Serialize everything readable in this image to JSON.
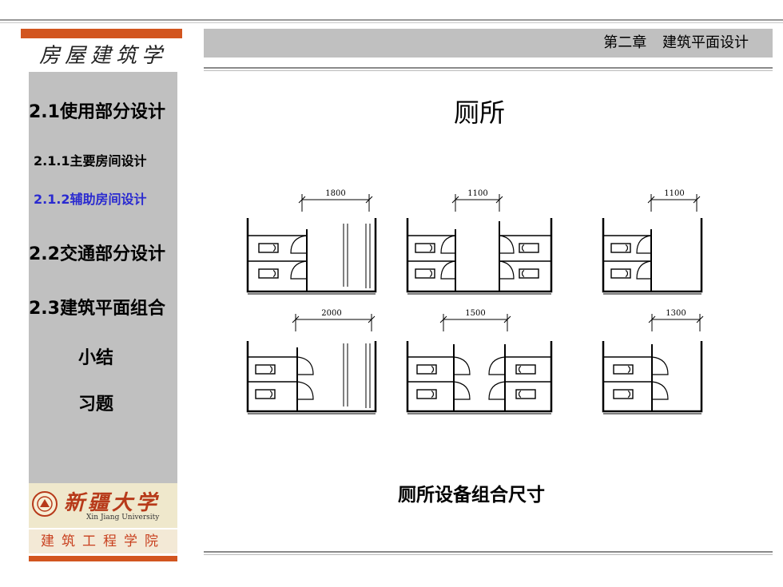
{
  "header": {
    "chapter": "第二章 建筑平面设计"
  },
  "course_title": "房屋建筑学",
  "nav": [
    {
      "label": "2.1使用部分设计",
      "level": 1,
      "active": false
    },
    {
      "label": "2.1.1主要房间设计",
      "level": 2,
      "active": false
    },
    {
      "label": "2.1.2辅助房间设计",
      "level": 2,
      "active": true
    },
    {
      "label": "2.2交通部分设计",
      "level": 1,
      "active": false
    },
    {
      "label": "2.3建筑平面组合",
      "level": 1,
      "active": false
    },
    {
      "label": "小结",
      "level": 1,
      "active": false
    },
    {
      "label": "习题",
      "level": 1,
      "active": false
    }
  ],
  "logo": {
    "name": "新疆大学",
    "subtitle": "Xin Jiang University"
  },
  "college": "建筑工程学院",
  "slide": {
    "title": "厕所",
    "caption": "厕所设备组合尺寸",
    "dims": [
      "1800",
      "1100",
      "1100",
      "2000",
      "1500",
      "1300"
    ]
  },
  "colors": {
    "accent": "#d2551f",
    "active_nav": "#2a2ad0",
    "panel": "#c0c0c0"
  }
}
